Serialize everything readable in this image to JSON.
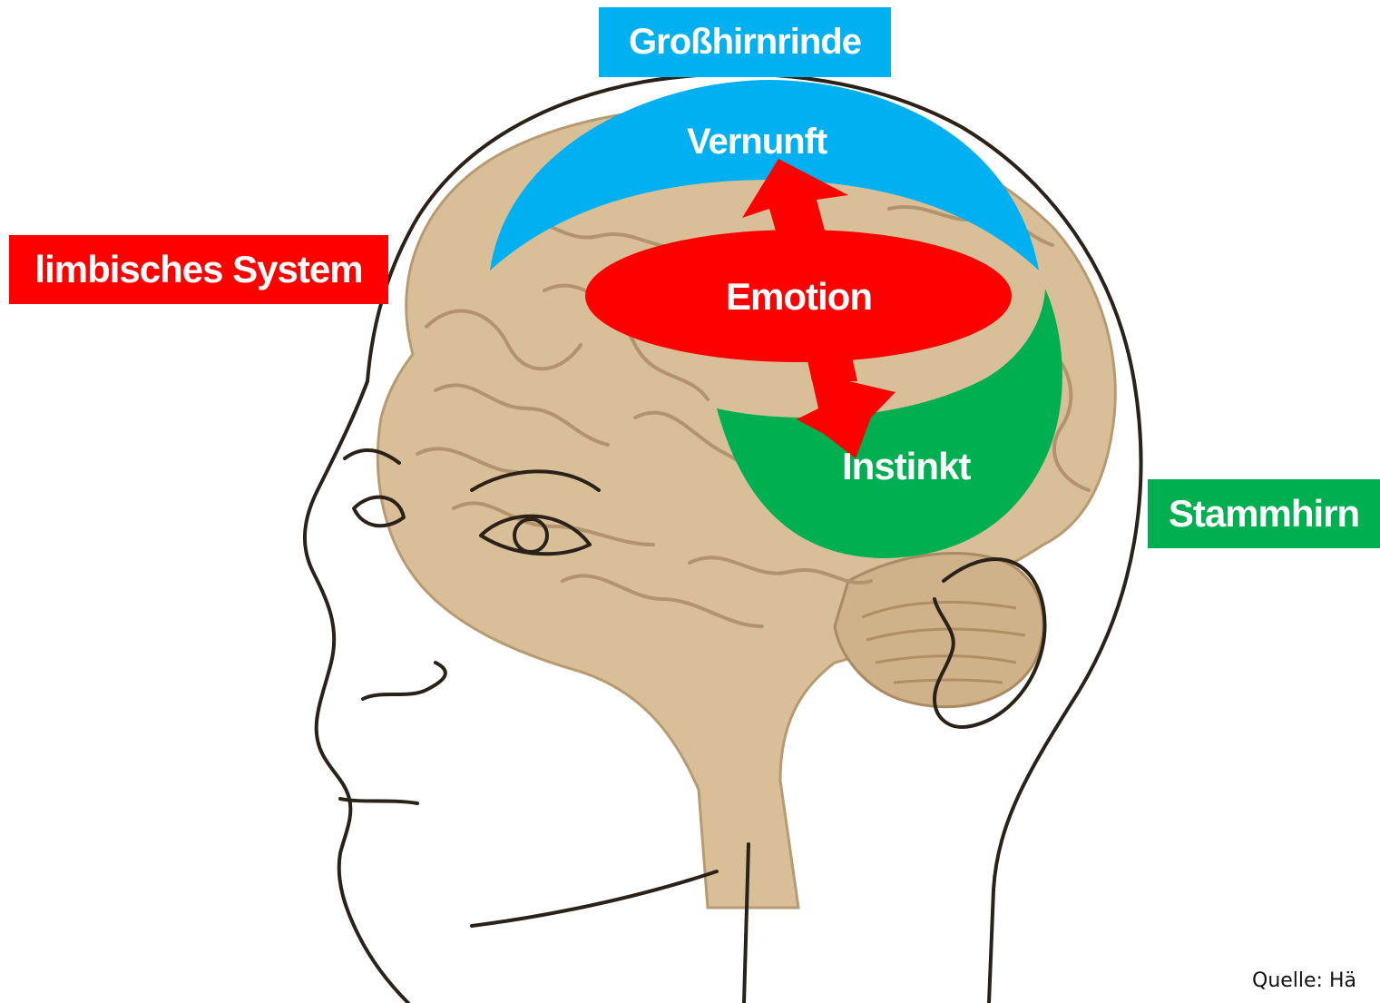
{
  "labels": {
    "cortex": "Großhirnrinde",
    "limbic": "limbisches System",
    "stem": "Stammhirn"
  },
  "regions": {
    "reason": "Vernunft",
    "emotion": "Emotion",
    "instinct": "Instinkt"
  },
  "source": "Quelle: Hä",
  "colors": {
    "cortex": "#00b0f0",
    "limbic": "#ff0000",
    "stem": "#00b050",
    "brain": "#d8bf98",
    "outline": "#2a2218"
  }
}
